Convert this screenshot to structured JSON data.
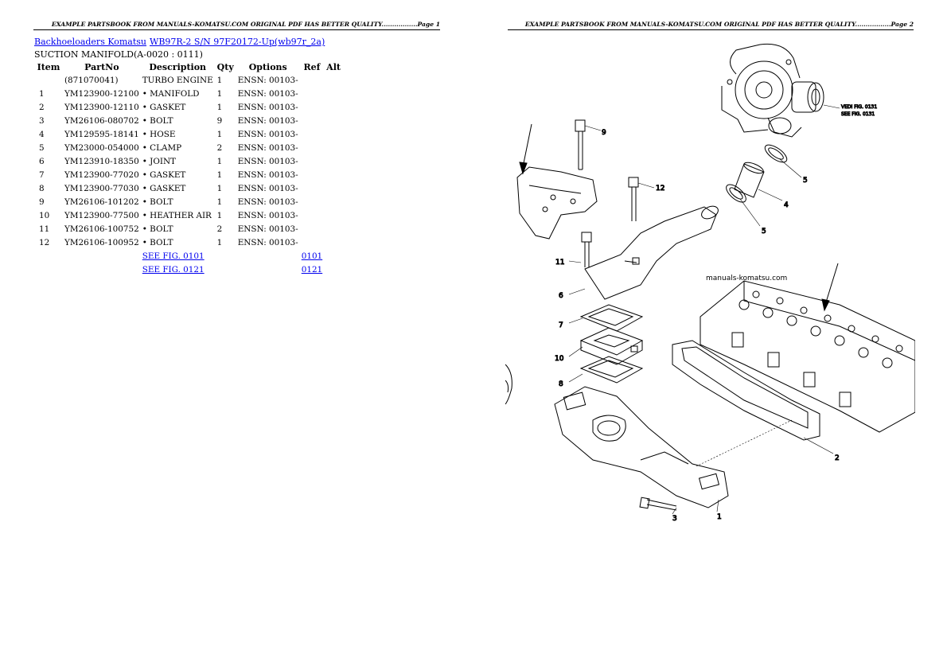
{
  "page1": {
    "header": "EXAMPLE PARTSBOOK FROM MANUALS-KOMATSU.COM ORIGINAL PDF HAS BETTER QUALITY.................Page 1",
    "breadcrumb": {
      "category": "Backhoeloaders Komatsu",
      "model": "WB97R-2 S/N 97F20172-Up(wb97r_2a)"
    },
    "subtitle": "SUCTION MANIFOLD(A-0020 : 0111)",
    "columns": [
      "Item",
      "PartNo",
      "Description",
      "Qty",
      "Options",
      "Ref",
      "Alt"
    ],
    "rows": [
      {
        "item": "",
        "part": "(871070041)",
        "desc": "TURBO ENGINE",
        "qty": "1",
        "opt": "ENSN: 00103-"
      },
      {
        "item": "1",
        "part": "YM123900-12100",
        "desc": "• MANIFOLD",
        "qty": "1",
        "opt": "ENSN: 00103-"
      },
      {
        "item": "2",
        "part": "YM123900-12110",
        "desc": "• GASKET",
        "qty": "1",
        "opt": "ENSN: 00103-"
      },
      {
        "item": "3",
        "part": "YM26106-080702",
        "desc": "• BOLT",
        "qty": "9",
        "opt": "ENSN: 00103-"
      },
      {
        "item": "4",
        "part": "YM129595-18141",
        "desc": "• HOSE",
        "qty": "1",
        "opt": "ENSN: 00103-"
      },
      {
        "item": "5",
        "part": "YM23000-054000",
        "desc": "• CLAMP",
        "qty": "2",
        "opt": "ENSN: 00103-"
      },
      {
        "item": "6",
        "part": "YM123910-18350",
        "desc": "• JOINT",
        "qty": "1",
        "opt": "ENSN: 00103-"
      },
      {
        "item": "7",
        "part": "YM123900-77020",
        "desc": "• GASKET",
        "qty": "1",
        "opt": "ENSN: 00103-"
      },
      {
        "item": "8",
        "part": "YM123900-77030",
        "desc": "• GASKET",
        "qty": "1",
        "opt": "ENSN: 00103-"
      },
      {
        "item": "9",
        "part": "YM26106-101202",
        "desc": "• BOLT",
        "qty": "1",
        "opt": "ENSN: 00103-"
      },
      {
        "item": "10",
        "part": "YM123900-77500",
        "desc": "• HEATHER AIR",
        "qty": "1",
        "opt": "ENSN: 00103-"
      },
      {
        "item": "11",
        "part": "YM26106-100752",
        "desc": "• BOLT",
        "qty": "2",
        "opt": "ENSN: 00103-"
      },
      {
        "item": "12",
        "part": "YM26106-100952",
        "desc": "• BOLT",
        "qty": "1",
        "opt": "ENSN: 00103-"
      }
    ],
    "see_rows": [
      {
        "label": "SEE FIG. 0101",
        "ref": "0101"
      },
      {
        "label": "SEE FIG. 0121",
        "ref": "0121"
      }
    ]
  },
  "page2": {
    "header": "EXAMPLE PARTSBOOK FROM MANUALS-KOMATSU.COM ORIGINAL PDF HAS BETTER QUALITY.................Page 2",
    "watermark": "manuals-komatsu.com",
    "note_line1": "VEDI FIG. 0131",
    "note_line2": "SEE FIG. 0131",
    "callouts": [
      "9",
      "12",
      "11",
      "6",
      "7",
      "10",
      "8",
      "5",
      "4",
      "5",
      "2",
      "1",
      "3"
    ]
  }
}
